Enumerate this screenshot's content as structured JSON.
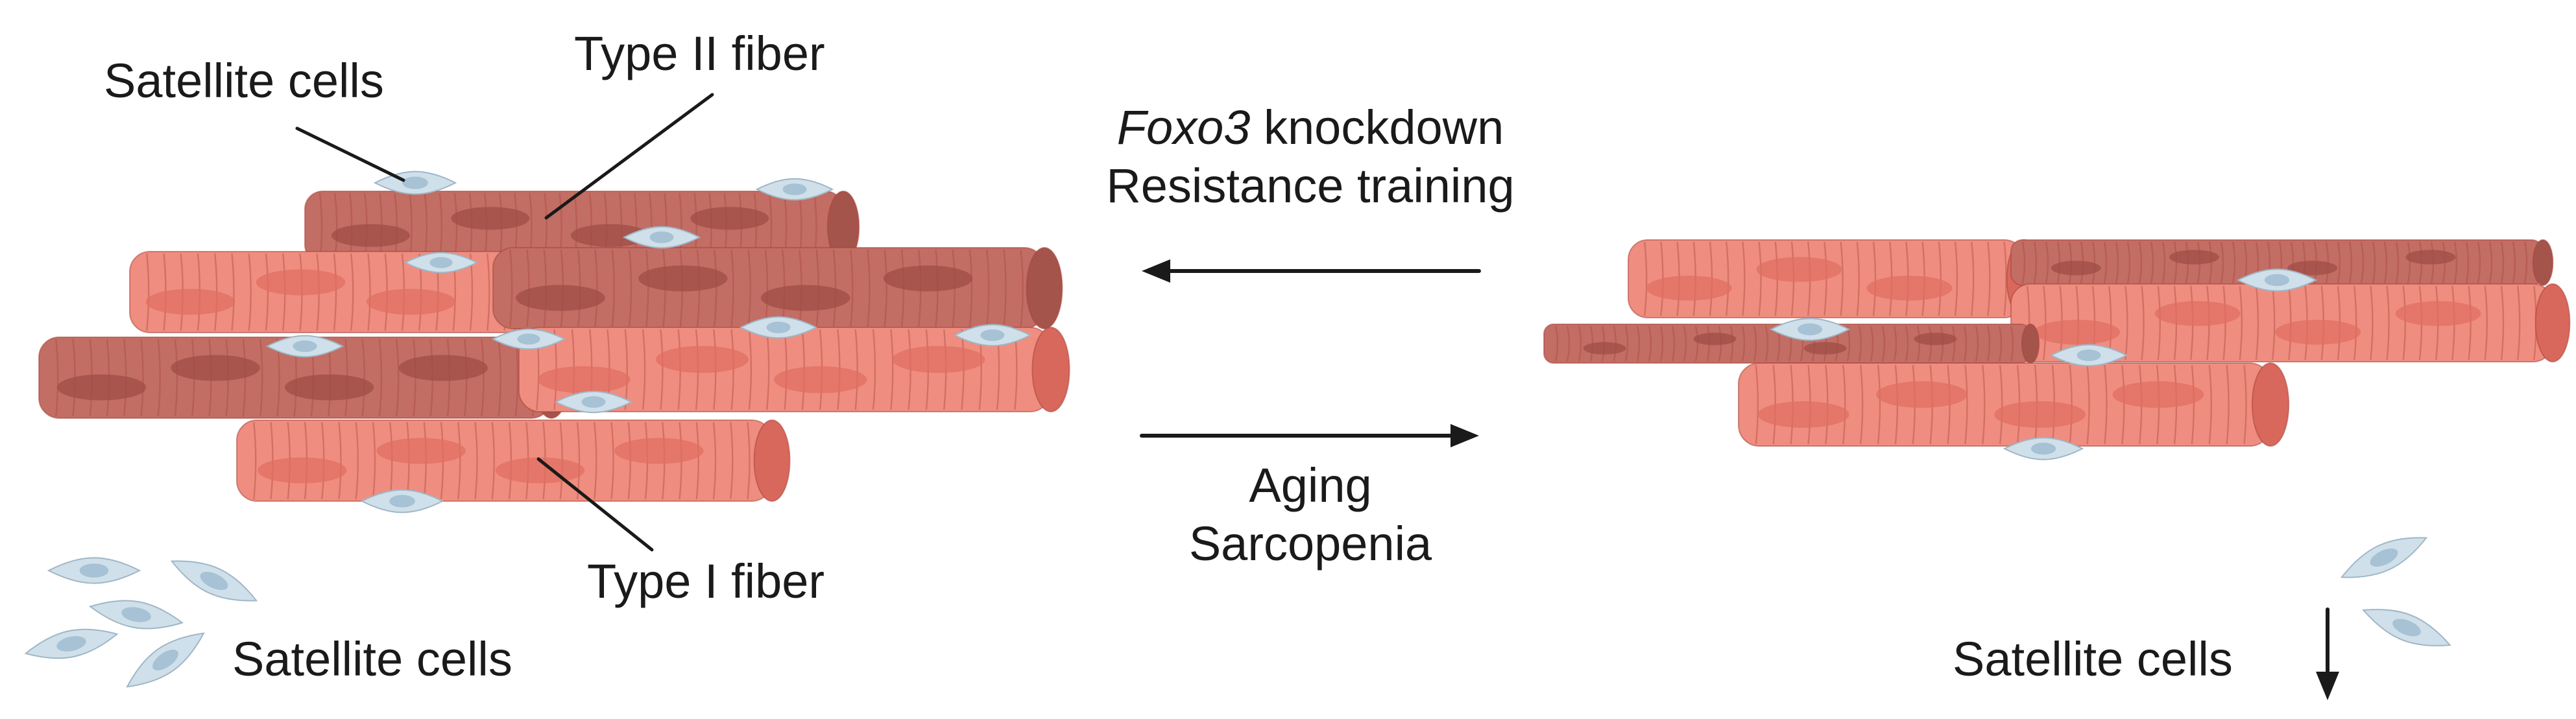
{
  "labels": {
    "satellite_cells_top": "Satellite cells",
    "type2_fiber": "Type II fiber",
    "type1_fiber": "Type I fiber",
    "satellite_cells_bottom_left": "Satellite cells",
    "satellite_cells_bottom_right": "Satellite cells"
  },
  "arrows": {
    "reverse": {
      "gene": "Foxo3",
      "line1_rest": " knockdown",
      "line2": "Resistance training"
    },
    "forward": {
      "line1": "Aging",
      "line2": "Sarcopenia"
    }
  },
  "colors": {
    "type1_fiber": "#ef8e80",
    "type1_fiber_end": "#d9685c",
    "type1_nucleus": "#e06f62",
    "type2_fiber": "#c26e65",
    "type2_fiber_end": "#a4544b",
    "type2_nucleus": "#9f4e45",
    "fiber_stripe": "#a9443a",
    "satellite_cell": "#cfe0ea",
    "satellite_nucleus": "#a6c2d4",
    "text": "#1a1a1a"
  }
}
